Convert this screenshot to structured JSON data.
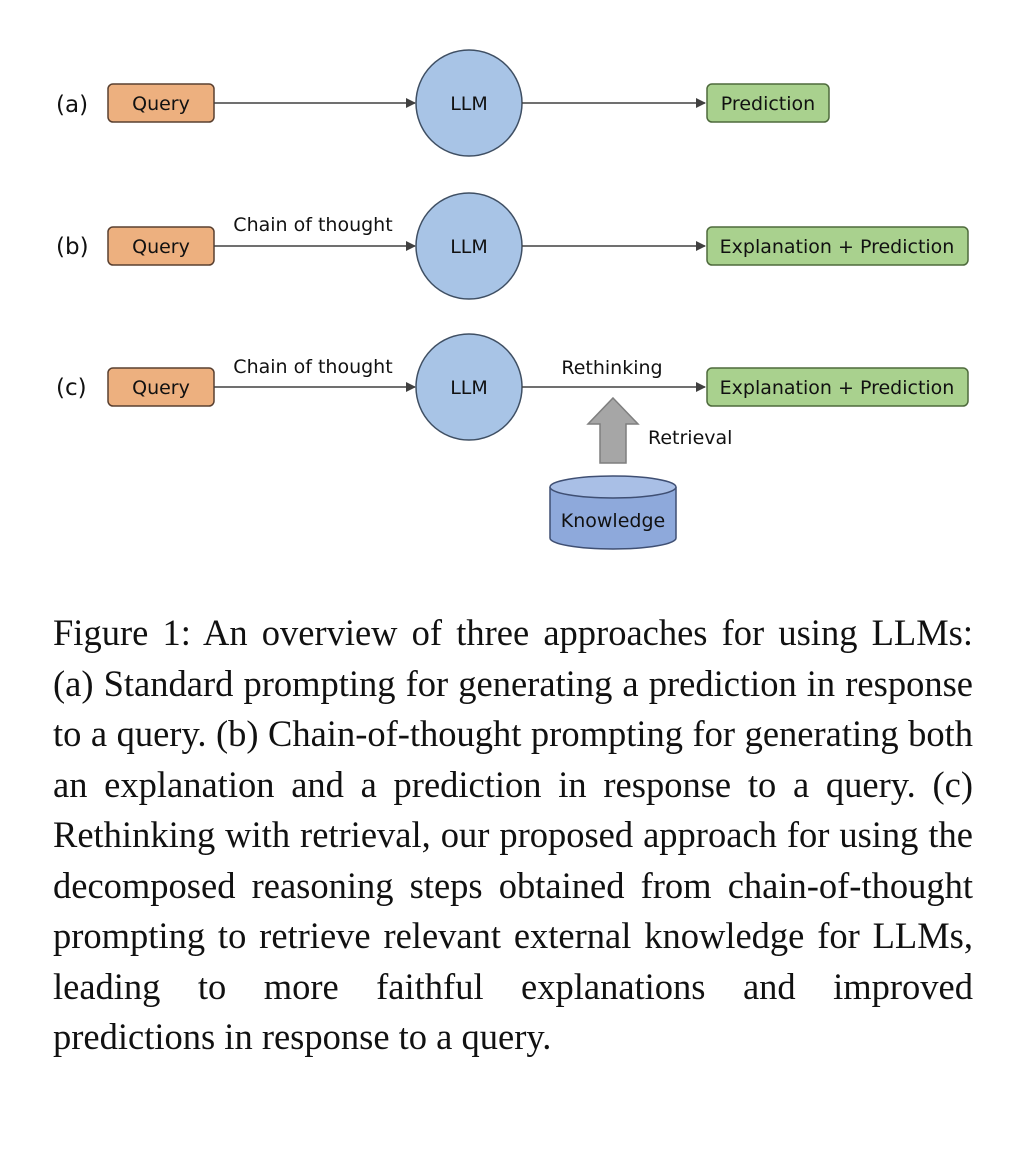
{
  "diagram": {
    "rows": [
      {
        "label": "(a)",
        "query": "Query",
        "edge_label": "",
        "model": "LLM",
        "output_edge_label": "",
        "output": "Prediction"
      },
      {
        "label": "(b)",
        "query": "Query",
        "edge_label": "Chain of thought",
        "model": "LLM",
        "output_edge_label": "",
        "output": "Explanation + Prediction"
      },
      {
        "label": "(c)",
        "query": "Query",
        "edge_label": "Chain of thought",
        "model": "LLM",
        "output_edge_label": "Rethinking",
        "output": "Explanation + Prediction"
      }
    ],
    "retrieval_label": "Retrieval",
    "knowledge_label": "Knowledge",
    "colors": {
      "query_fill": "#EDB07F",
      "query_stroke": "#5A4030",
      "llm_fill": "#A8C4E6",
      "llm_stroke": "#3F4F63",
      "output_fill": "#A9D18E",
      "output_stroke": "#4E6A3C",
      "knowledge_fill": "#8EA9DB",
      "knowledge_stroke": "#3F4F73",
      "retrieval_arrow_fill": "#A6A6A6",
      "retrieval_arrow_stroke": "#7F7F7F",
      "edge_color": "#404040"
    }
  },
  "caption": "Figure 1: An overview of three approaches for using LLMs: (a) Standard prompting for generating a prediction in response to a query. (b) Chain-of-thought prompting for generating both an explanation and a prediction in response to a query. (c) Rethinking with retrieval, our proposed approach for using the decomposed reasoning steps obtained from chain-of-thought prompting to retrieve relevant external knowledge for LLMs, leading to more faithful explanations and improved predictions in response to a query."
}
